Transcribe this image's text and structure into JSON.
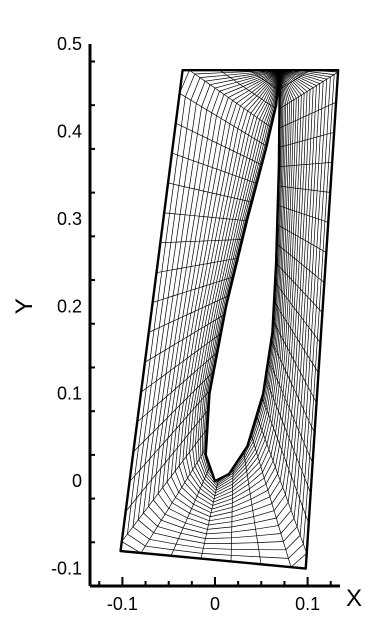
{
  "chart_data": {
    "type": "mesh",
    "xlabel": "X",
    "ylabel": "Y",
    "xlim": [
      -0.135,
      0.135
    ],
    "ylim": [
      -0.12,
      0.5
    ],
    "x_ticks": [
      {
        "value": -0.1,
        "label": "-0.1"
      },
      {
        "value": 0,
        "label": "0"
      },
      {
        "value": 0.1,
        "label": "0.1"
      }
    ],
    "y_ticks": [
      {
        "value": 0.5,
        "label": "0.5"
      },
      {
        "value": 0.4,
        "label": "0.4"
      },
      {
        "value": 0.3,
        "label": "0.3"
      },
      {
        "value": 0.2,
        "label": "0.2"
      },
      {
        "value": 0.1,
        "label": "0.1"
      },
      {
        "value": 0,
        "label": "0"
      },
      {
        "value": -0.1,
        "label": "-0.1"
      }
    ],
    "domain_outline": [
      [
        -0.035,
        0.47
      ],
      [
        0.133,
        0.47
      ],
      [
        0.098,
        -0.1
      ],
      [
        -0.102,
        -0.08
      ]
    ],
    "airfoil_outline": [
      [
        0.07,
        0.47
      ],
      [
        0.069,
        0.36
      ],
      [
        0.066,
        0.25
      ],
      [
        0.062,
        0.17
      ],
      [
        0.052,
        0.1
      ],
      [
        0.035,
        0.04
      ],
      [
        0.015,
        0.008
      ],
      [
        0.0,
        0.0
      ],
      [
        -0.01,
        0.03
      ],
      [
        -0.006,
        0.1
      ],
      [
        0.012,
        0.2
      ],
      [
        0.035,
        0.3
      ],
      [
        0.055,
        0.38
      ],
      [
        0.066,
        0.43
      ],
      [
        0.07,
        0.47
      ]
    ],
    "mesh_columns": 24,
    "mesh_rows": 44,
    "line_color": "#000000",
    "grid": false
  }
}
